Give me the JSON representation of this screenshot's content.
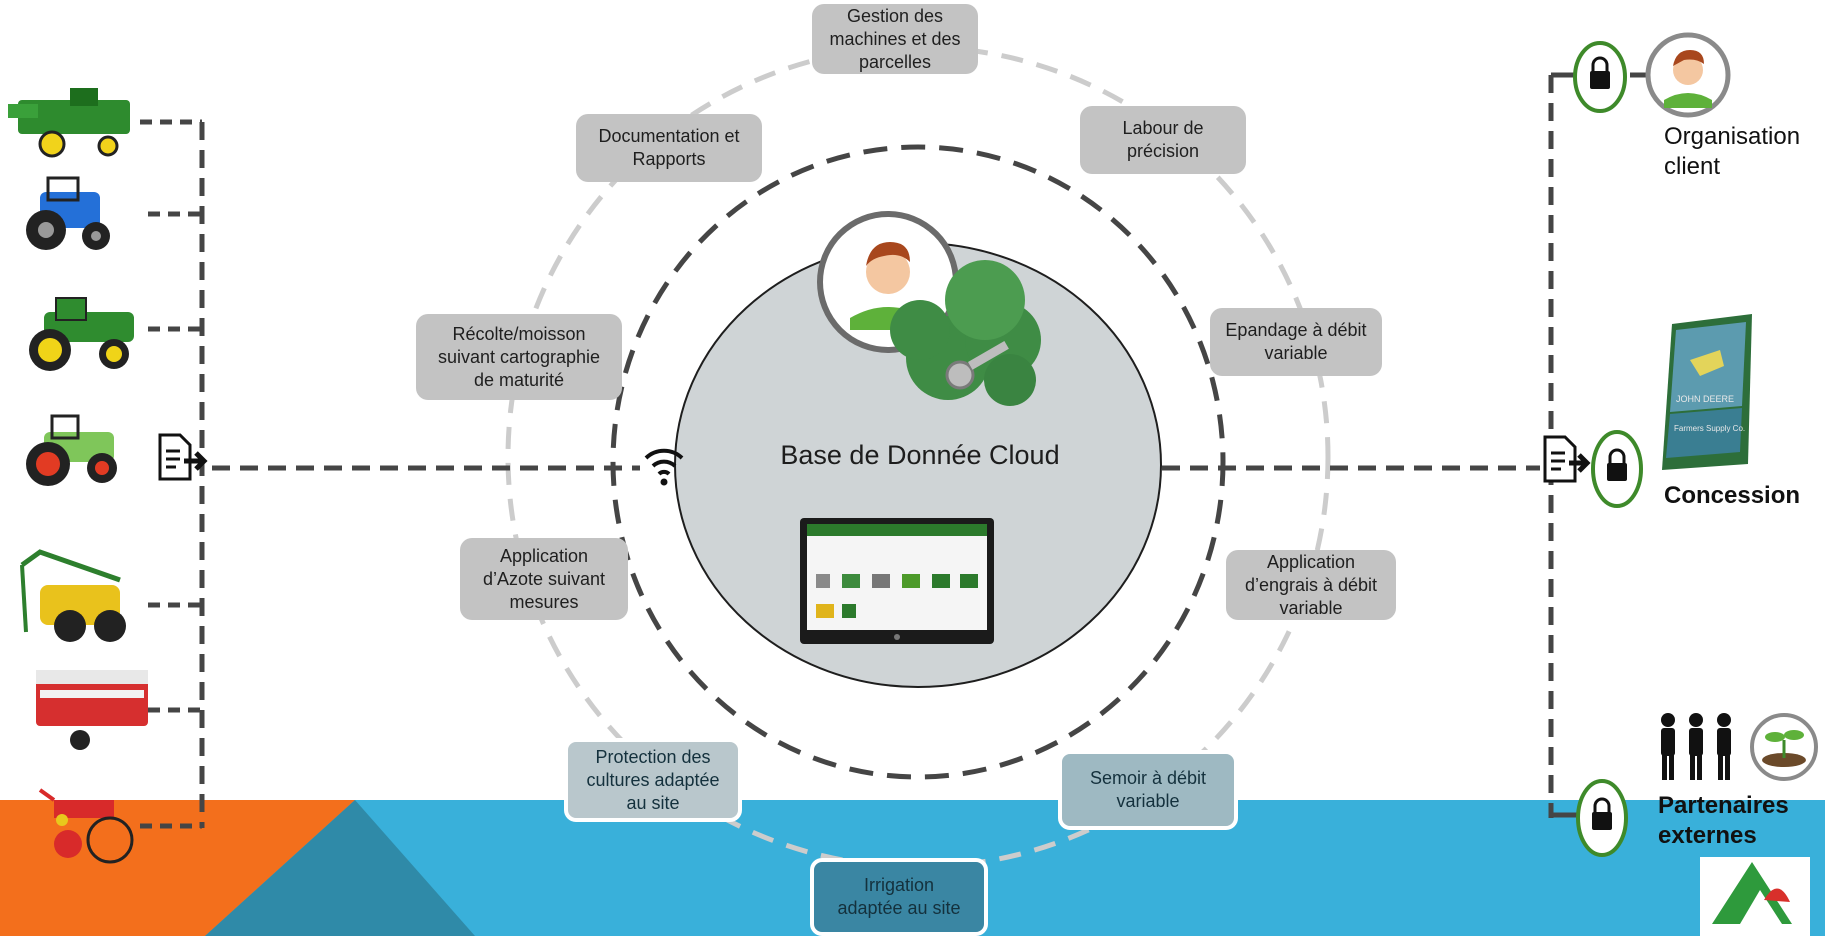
{
  "center": {
    "title": "Base de Donnée Cloud"
  },
  "services": [
    {
      "id": "gestion",
      "label": "Gestion des\nmachines et des\nparcelles"
    },
    {
      "id": "documentation",
      "label": "Documentation et\nRapports"
    },
    {
      "id": "labour",
      "label": "Labour de\nprécision"
    },
    {
      "id": "recolte",
      "label": "Récolte/moisson\nsuivant cartographie\nde maturité"
    },
    {
      "id": "epandage",
      "label": "Epandage à débit\nvariable"
    },
    {
      "id": "azote",
      "label": "Application\nd’Azote suivant\nmesures"
    },
    {
      "id": "engrais",
      "label": "Application\nd’engrais à débit\nvariable"
    },
    {
      "id": "protection",
      "label": "Protection des\ncultures adaptée\nau site"
    },
    {
      "id": "semoir",
      "label": "Semoir à débit\nvariable"
    },
    {
      "id": "irrigation",
      "label": "Irrigation\nadaptée au site"
    }
  ],
  "right": {
    "organisation": "Organisation\nclient",
    "concession": "Concession",
    "partenaires": "Partenaires\nexternes",
    "sign_brand": "JOHN DEERE",
    "sign_store": "Farmers Supply Co."
  },
  "colors": {
    "ring_outer": "#cccccc",
    "ring_inner": "#454545",
    "cloud_core": "#cfd4d6",
    "label_gray": "#c3c3c3",
    "label_blue": "#3a86a3",
    "band_blue": "#39b0da",
    "band_orange": "#f36f1c",
    "lock_ring": "#3e8a2a"
  },
  "icons": [
    "combine-harvester-icon",
    "blue-tractor-icon",
    "yellow-tractor-icon",
    "red-tractor-icon",
    "sprayer-icon",
    "spreader-icon",
    "planter-icon",
    "document-export-icon",
    "wifi-icon",
    "user-avatar-icon",
    "cloud-key-icon",
    "tablet-icon",
    "lock-icon",
    "dealer-sign-icon",
    "people-icon",
    "plant-icon",
    "logo-icon"
  ]
}
